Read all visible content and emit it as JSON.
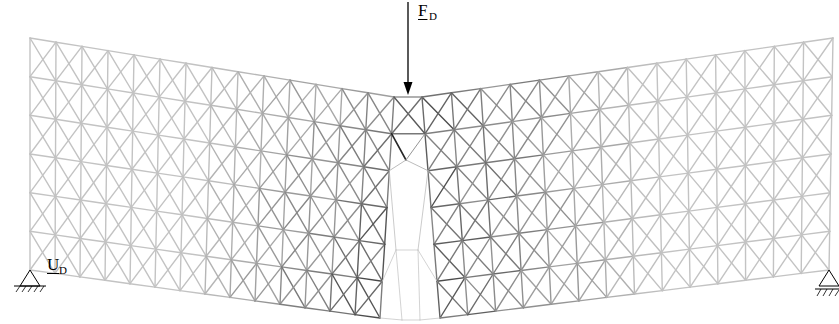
{
  "diagram": {
    "labels": [
      "F",
      "D",
      "U",
      "D"
    ]
  }
}
